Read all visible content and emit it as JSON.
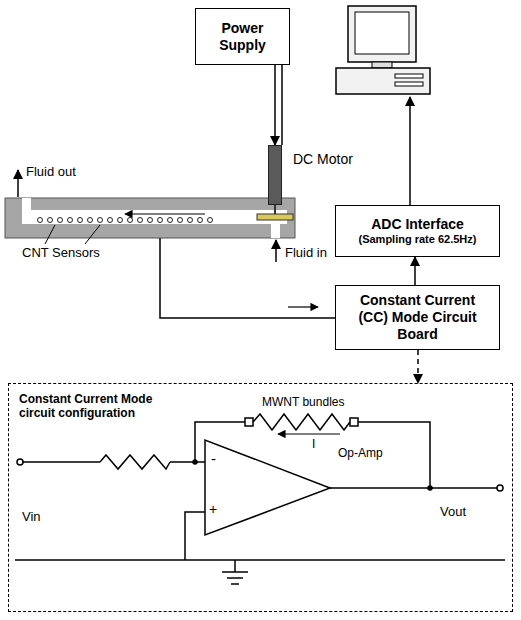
{
  "diagram": {
    "nodes": [
      {
        "text": [
          "Power Supply"
        ]
      },
      {
        "text": [
          "DC Motor"
        ]
      },
      {
        "text": [
          "ADC Interface",
          "(Sampling rate 62.5Hz)"
        ]
      },
      {
        "text": [
          "Constant Current (CC) Mode Circuit Board"
        ]
      },
      {
        "text": [
          "Constant Current Mode circuit configuration"
        ]
      }
    ],
    "edges": [
      {
        "from": 0,
        "to": 1,
        "arrow": "to"
      },
      {
        "from": 3,
        "to": 2,
        "arrow": "to"
      },
      {
        "from": 3,
        "to": 4,
        "arrow": "to"
      }
    ],
    "labels": [
      "Fluid out",
      "CNT Sensors",
      "Fluid in",
      "MWNT bundles",
      "I",
      "Op-Amp",
      "-",
      "+",
      "Vin",
      "Vout"
    ]
  }
}
